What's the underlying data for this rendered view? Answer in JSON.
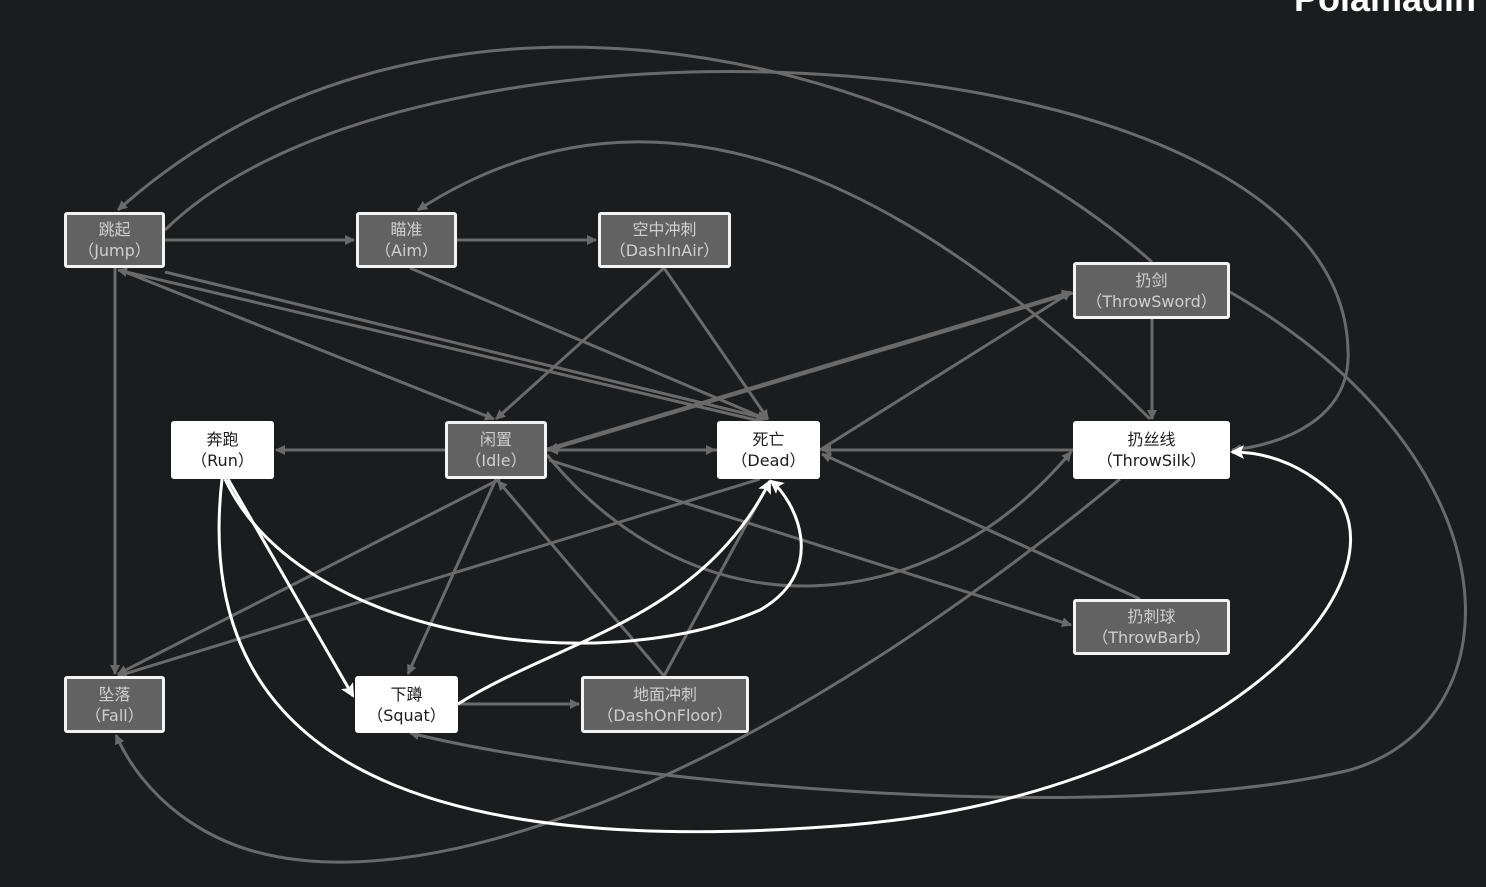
{
  "header": {
    "corner_text": "Polamadin"
  },
  "colors": {
    "background": "#1b1c1e",
    "dim_edge": "#6a6a6a",
    "active_edge": "#ffffff",
    "dim_node": "#626262"
  },
  "nodes": {
    "jump": {
      "zh": "跳起",
      "en": "（Jump）",
      "active": false
    },
    "aim": {
      "zh": "瞄准",
      "en": "（Aim）",
      "active": false
    },
    "dashinair": {
      "zh": "空中冲刺",
      "en": "（DashInAir）",
      "active": false
    },
    "throwsword": {
      "zh": "扔剑",
      "en": "（ThrowSword）",
      "active": false
    },
    "run": {
      "zh": "奔跑",
      "en": "（Run）",
      "active": true
    },
    "idle": {
      "zh": "闲置",
      "en": "（Idle）",
      "active": false
    },
    "dead": {
      "zh": "死亡",
      "en": "（Dead）",
      "active": true
    },
    "throwsilk": {
      "zh": "扔丝线",
      "en": "（ThrowSilk）",
      "active": true
    },
    "throwbarb": {
      "zh": "扔刺球",
      "en": "（ThrowBarb）",
      "active": false
    },
    "fall": {
      "zh": "坠落",
      "en": "（Fall）",
      "active": false
    },
    "squat": {
      "zh": "下蹲",
      "en": "（Squat）",
      "active": true
    },
    "dashonfloor": {
      "zh": "地面冲刺",
      "en": "（DashOnFloor）",
      "active": false
    }
  },
  "edges": [
    {
      "from": "jump",
      "to": "aim",
      "active": false
    },
    {
      "from": "aim",
      "to": "dashinair",
      "active": false
    },
    {
      "from": "jump",
      "to": "fall",
      "active": false
    },
    {
      "from": "jump",
      "to": "idle",
      "active": false
    },
    {
      "from": "jump",
      "to": "dead",
      "active": false
    },
    {
      "from": "dead",
      "to": "jump",
      "active": false
    },
    {
      "from": "throwsword",
      "to": "jump",
      "active": false
    },
    {
      "from": "jump",
      "to": "throwsilk",
      "active": false
    },
    {
      "from": "throwsword",
      "to": "aim",
      "active": false
    },
    {
      "from": "aim",
      "to": "dead",
      "active": false
    },
    {
      "from": "dashinair",
      "to": "idle",
      "active": false
    },
    {
      "from": "dashinair",
      "to": "dead",
      "active": false
    },
    {
      "from": "throwsword",
      "to": "throwsilk",
      "active": false
    },
    {
      "from": "throwsword",
      "to": "idle",
      "active": false
    },
    {
      "from": "idle",
      "to": "throwsword",
      "active": false
    },
    {
      "from": "dead",
      "to": "throwsword",
      "active": false
    },
    {
      "from": "idle",
      "to": "run",
      "active": false
    },
    {
      "from": "idle",
      "to": "dead",
      "active": false
    },
    {
      "from": "dead",
      "to": "idle",
      "active": false
    },
    {
      "from": "throwsilk",
      "to": "dead",
      "active": false
    },
    {
      "from": "idle",
      "to": "throwsilk",
      "active": false
    },
    {
      "from": "throwsilk",
      "to": "fall",
      "active": false
    },
    {
      "from": "throwbarb",
      "to": "dead",
      "active": false
    },
    {
      "from": "idle",
      "to": "throwbarb",
      "active": false
    },
    {
      "from": "idle",
      "to": "fall",
      "active": false
    },
    {
      "from": "dead",
      "to": "fall",
      "active": false
    },
    {
      "from": "idle",
      "to": "squat",
      "active": false
    },
    {
      "from": "dashonfloor",
      "to": "idle",
      "active": false
    },
    {
      "from": "dashonfloor",
      "to": "dead",
      "active": false
    },
    {
      "from": "squat",
      "to": "dashonfloor",
      "active": false
    },
    {
      "from": "throwsword",
      "to": "squat",
      "active": false
    },
    {
      "from": "run",
      "to": "dead",
      "active": true
    },
    {
      "from": "run",
      "to": "squat",
      "active": true
    },
    {
      "from": "run",
      "to": "throwsilk",
      "active": true
    },
    {
      "from": "squat",
      "to": "dead",
      "active": true
    }
  ]
}
